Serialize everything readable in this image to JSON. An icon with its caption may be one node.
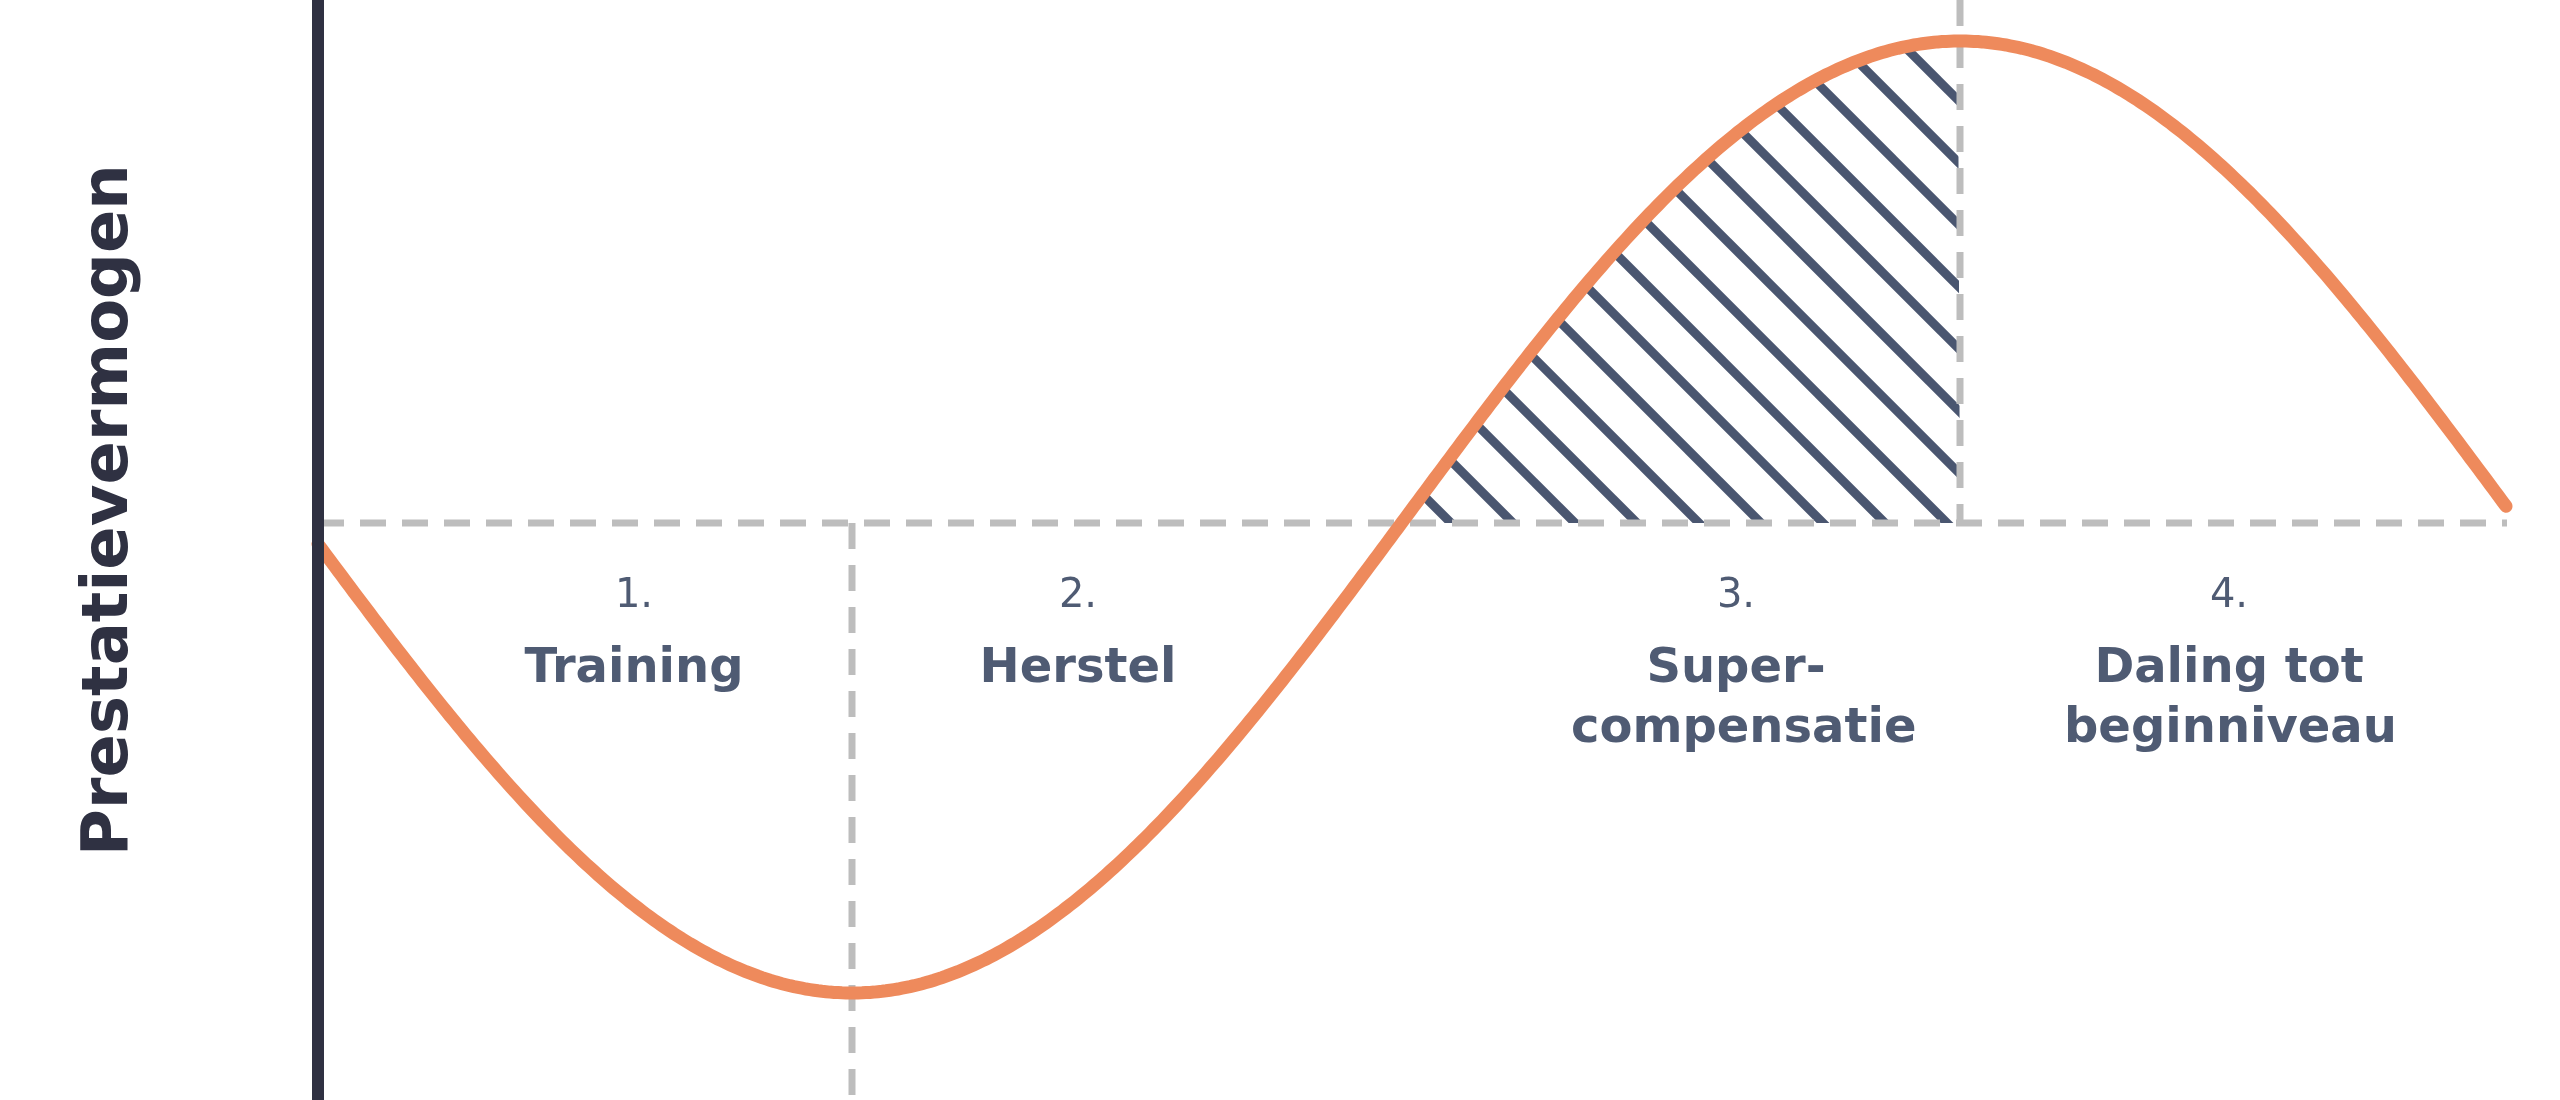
{
  "diagram": {
    "labels": [
      "Prestatievermogen",
      "1.",
      "Training",
      "2.",
      "Herstel",
      "3.",
      "Super- compensatie",
      "4.",
      "Daling tot beginniveau"
    ]
  }
}
